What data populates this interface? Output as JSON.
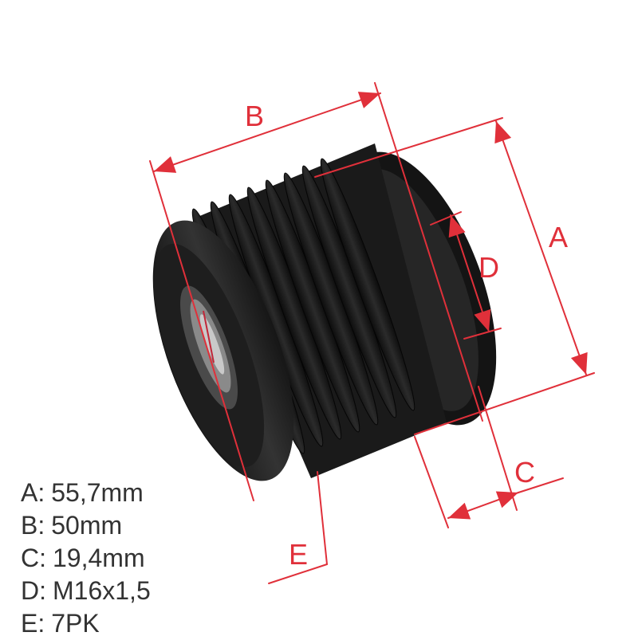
{
  "colors": {
    "dimension": "#e0303a",
    "pulley_body": "#151515",
    "pulley_highlight": "#3a3a3a",
    "background": "#ffffff",
    "text": "#333333"
  },
  "dimension_labels": {
    "a": "A",
    "b": "B",
    "c": "C",
    "d": "D",
    "e": "E"
  },
  "specs": [
    {
      "key": "A",
      "value": "55,7mm"
    },
    {
      "key": "B",
      "value": "50mm"
    },
    {
      "key": "C",
      "value": "19,4mm"
    },
    {
      "key": "D",
      "value": "M16x1,5"
    },
    {
      "key": "E",
      "value": "7PK"
    }
  ]
}
